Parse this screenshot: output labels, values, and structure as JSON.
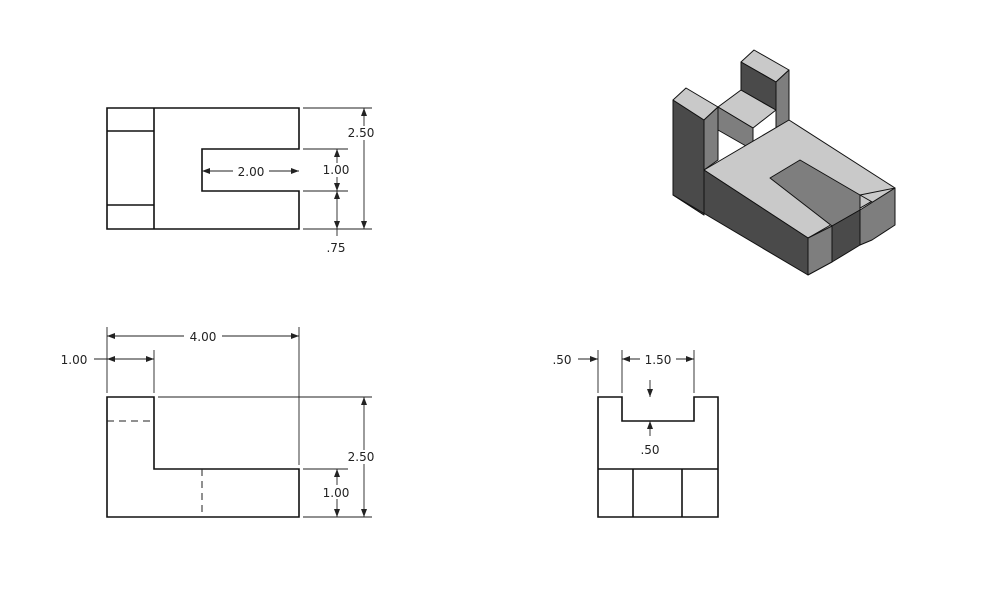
{
  "top_view": {
    "dim_overall_depth": "2.50",
    "dim_slot_length": "2.00",
    "dim_slot_width": "1.00",
    "dim_slot_offset": ".75"
  },
  "front_view": {
    "dim_overall_width": "4.00",
    "dim_upright_width": "1.00",
    "dim_overall_height": "2.50",
    "dim_base_height": "1.00"
  },
  "side_view": {
    "dim_wall_width": ".50",
    "dim_notch_width": "1.50",
    "dim_notch_depth": ".50"
  },
  "isometric": {
    "face_colors": {
      "top": "#c9c9c9",
      "front_left": "#4a4a4a",
      "front_right": "#7e7e7e"
    }
  }
}
